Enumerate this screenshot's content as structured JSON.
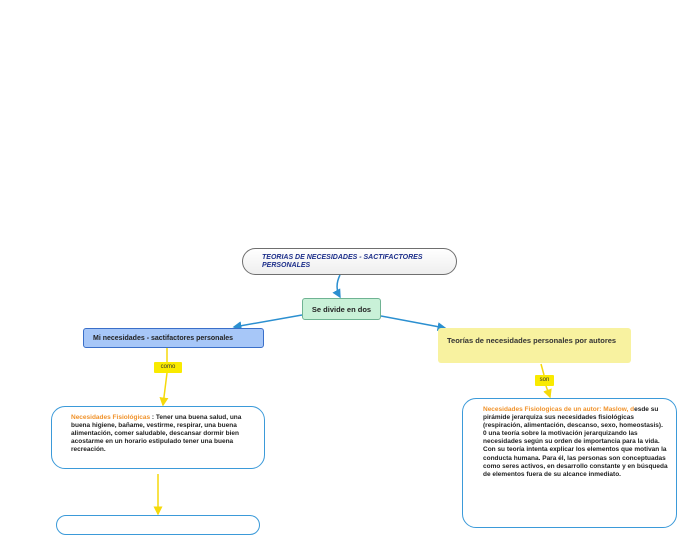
{
  "title": "TEORIAS DE NECESIDADES - SACTIFACTORES PERSONALES",
  "divide": "Se divide en dos",
  "left_branch": {
    "label": "Mi necesidades - sactifactores personales",
    "connector": "como",
    "box_highlight": "Necesidades Fisiológicas",
    "box_text": " : Tener  una buena salud, una buena higiene, bañame, vestirme, respirar, una buena alimentación, comer saludable, descansar dormir bien acostarme en un horario estipulado tener una buena recreación."
  },
  "right_branch": {
    "label": "Teorías  de necesidades personales por autores",
    "connector": "son",
    "box_highlight": "Necesidades Fisiologicas de un autor: Maslow, d",
    "box_text": "esde su pirámide jerarquiza   sus necesidades fisiológicas (respiración, alimentación, descanso, sexo, homeostasis). 0 una teoría sobre la motivación jerarquizando las necesidades según su orden de importancia para la vida. Con su teoría intenta explicar los elementos que motivan la conducta humana. Para él, las personas son conceptuadas como seres activos, en desarrollo constante y en búsqueda de elementos fuera de su alcance inmediato."
  },
  "colors": {
    "connector_blue": "#2b8fd0",
    "connector_yellow": "#f5d90a",
    "highlight_orange": "#f0922a"
  }
}
